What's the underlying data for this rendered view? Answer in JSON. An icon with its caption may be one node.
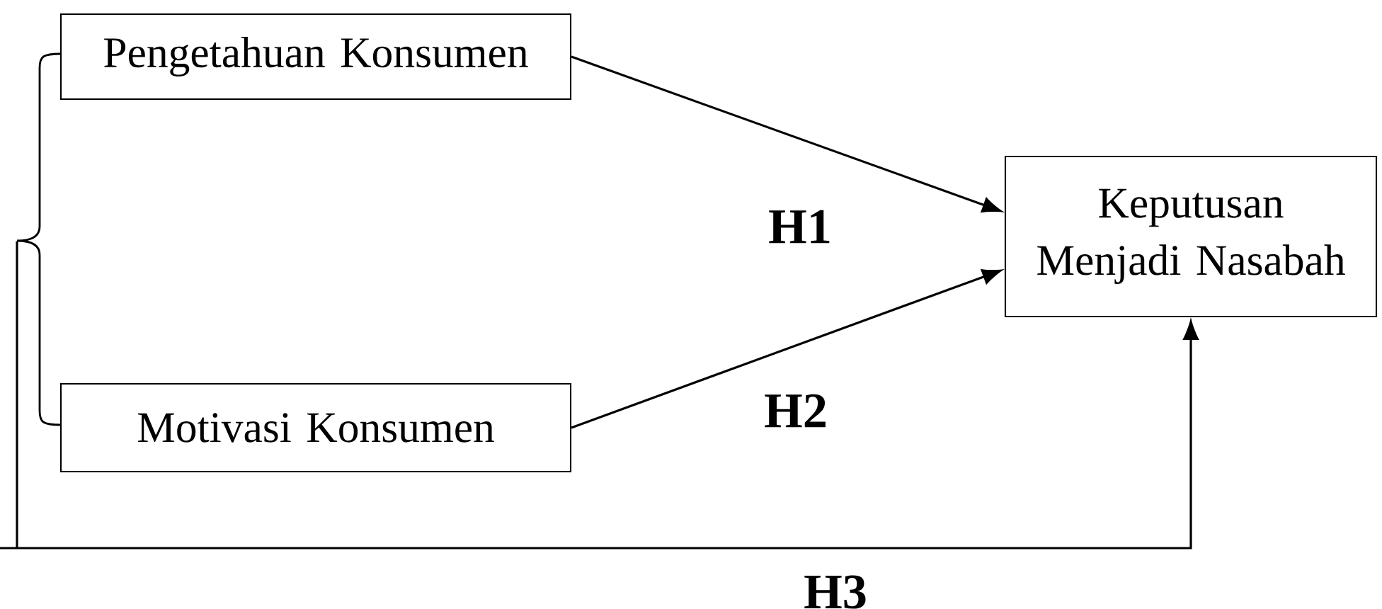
{
  "diagram": {
    "nodes": [
      {
        "text": [
          "Pengetahuan Konsumen"
        ]
      },
      {
        "text": [
          "Motivasi Konsumen"
        ]
      },
      {
        "text": [
          "Keputusan Menjadi Nasabah"
        ]
      },
      {
        "text": [],
        "shape": "brace"
      }
    ],
    "edges": [
      {
        "from": 0,
        "to": 2,
        "arrow": "to",
        "label": "H1"
      },
      {
        "from": 1,
        "to": 2,
        "arrow": "to",
        "label": "H2"
      },
      {
        "from": 3,
        "to": 2,
        "arrow": "to",
        "label": "H3"
      }
    ]
  }
}
